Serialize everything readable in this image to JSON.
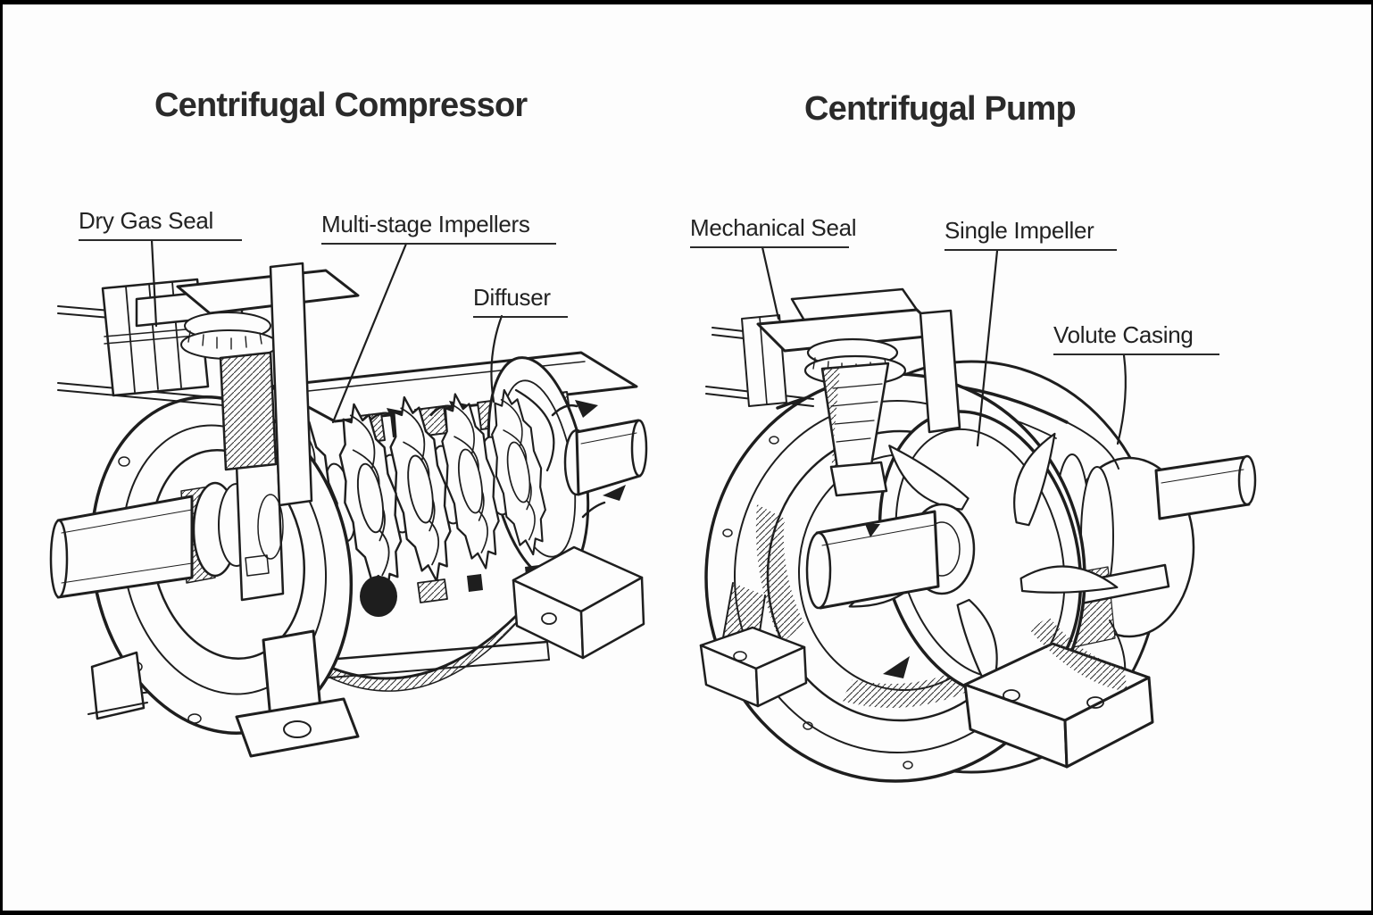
{
  "page": {
    "background": "#ffffff",
    "border_color": "#000000",
    "ink_color": "#1e1e1e",
    "description": "Cutaway line-art comparison of a centrifugal compressor and a centrifugal pump"
  },
  "diagrams": [
    {
      "id": "centrifugal-compressor",
      "title": "Centrifugal Compressor",
      "labels": [
        {
          "text": "Dry Gas Seal"
        },
        {
          "text": "Multi-stage Impellers"
        },
        {
          "text": "Diffuser"
        }
      ]
    },
    {
      "id": "centrifugal-pump",
      "title": "Centrifugal Pump",
      "labels": [
        {
          "text": "Mechanical Seal"
        },
        {
          "text": "Single Impeller"
        },
        {
          "text": "Volute Casing"
        }
      ]
    }
  ]
}
